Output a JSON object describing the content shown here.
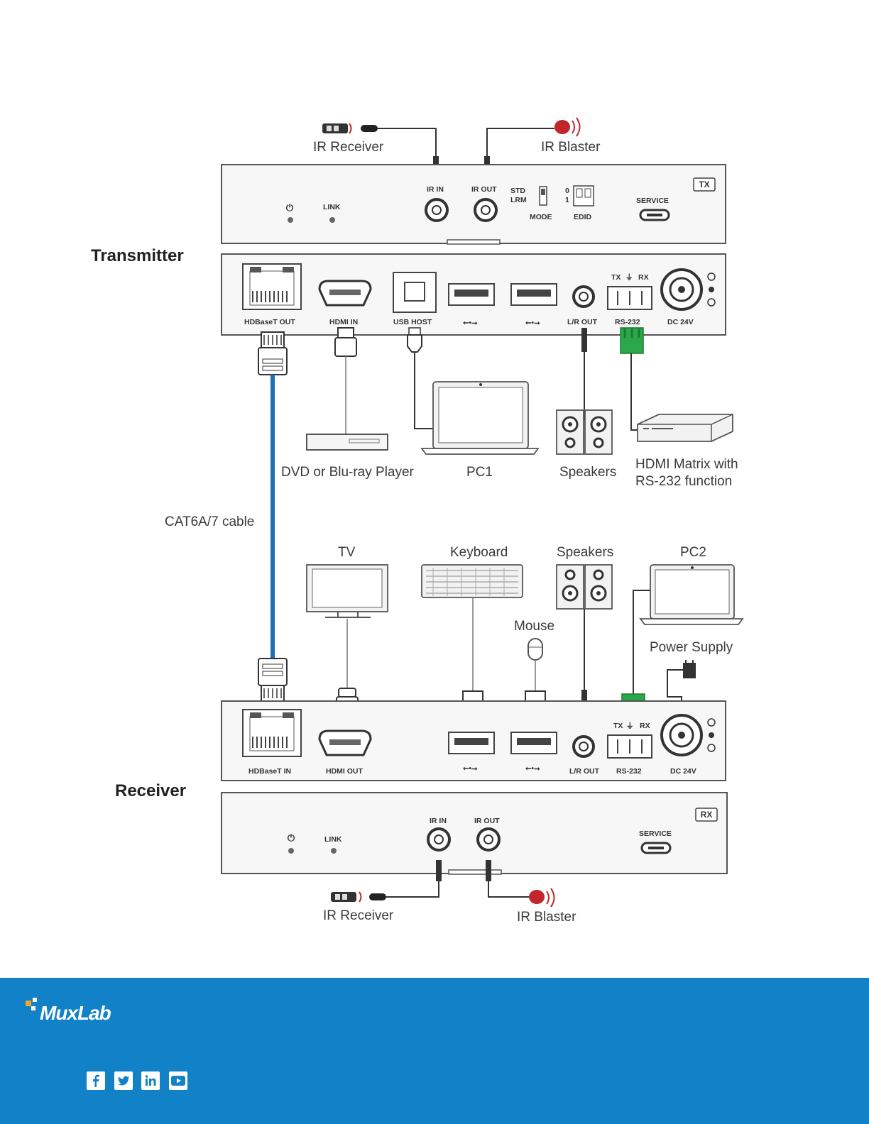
{
  "labels": {
    "transmitter": "Transmitter",
    "receiver": "Receiver",
    "ir_receiver_top": "IR Receiver",
    "ir_blaster_top": "IR Blaster",
    "ir_receiver_bottom": "IR Receiver",
    "ir_blaster_bottom": "IR Blaster",
    "dvd": "DVD or Blu-ray Player",
    "pc1": "PC1",
    "speakers_top": "Speakers",
    "matrix_line1": "HDMI Matrix with",
    "matrix_line2": "RS-232 function",
    "cable": "CAT6A/7 cable",
    "tv": "TV",
    "keyboard": "Keyboard",
    "speakers_bottom": "Speakers",
    "pc2": "PC2",
    "mouse": "Mouse",
    "power_supply": "Power Supply"
  },
  "tx_front": {
    "badge": "TX",
    "link": "LINK",
    "ir_in": "IR IN",
    "ir_out": "IR OUT",
    "std": "STD",
    "lrm": "LRM",
    "mode": "MODE",
    "zero": "0",
    "one": "1",
    "edid": "EDID",
    "service": "SERVICE"
  },
  "tx_back": {
    "hdbaset_out": "HDBaseT OUT",
    "hdmi_in": "HDMI IN",
    "usb_host": "USB HOST",
    "lr_out": "L/R OUT",
    "rs232": "RS-232",
    "dc": "DC 24V",
    "tx": "TX",
    "rx": "RX"
  },
  "rx_back": {
    "hdbaset_in": "HDBaseT IN",
    "hdmi_out": "HDMI OUT",
    "lr_out": "L/R OUT",
    "rs232": "RS-232",
    "dc": "DC 24V",
    "tx": "TX",
    "rx": "RX"
  },
  "rx_front": {
    "badge": "RX",
    "link": "LINK",
    "ir_in": "IR IN",
    "ir_out": "IR OUT",
    "service": "SERVICE"
  },
  "footer": {
    "logo": "MuxLab",
    "social_icons": [
      "facebook-icon",
      "twitter-icon",
      "linkedin-icon",
      "youtube-icon"
    ]
  },
  "colors": {
    "footer_bg": "#1282c8",
    "cable_blue": "#1f6fb5",
    "rs232_green": "#2aa84a",
    "ir_red": "#c0262a"
  }
}
